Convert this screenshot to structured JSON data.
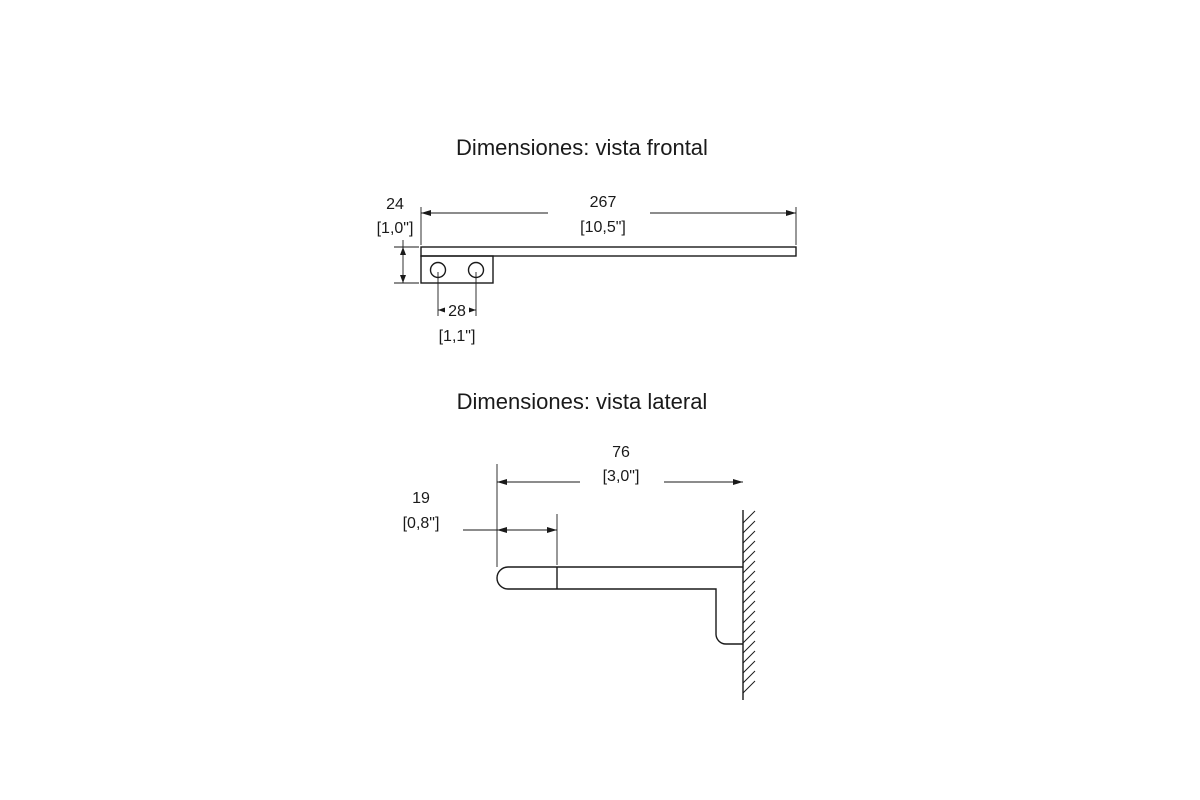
{
  "front_view": {
    "title": "Dimensiones: vista frontal",
    "height_mm": "24",
    "height_in": "[1,0\"]",
    "length_mm": "267",
    "length_in": "[10,5\"]",
    "hole_spacing_mm": "28",
    "hole_spacing_in": "[1,1\"]"
  },
  "side_view": {
    "title": "Dimensiones: vista lateral",
    "depth_mm": "76",
    "depth_in": "[3,0\"]",
    "tip_mm": "19",
    "tip_in": "[0,8\"]"
  }
}
